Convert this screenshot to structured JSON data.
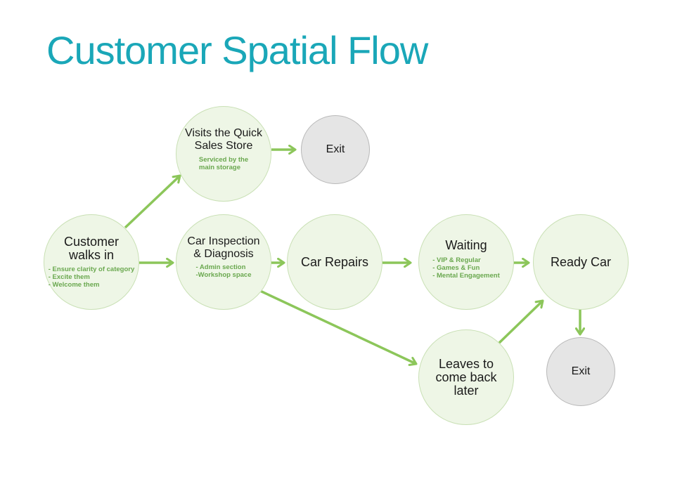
{
  "title": "Customer Spatial Flow",
  "colors": {
    "title": "#1aa7b8",
    "arrow": "#8cc65a",
    "node_fill": "#eef6e6",
    "node_border": "#c9e0b5",
    "exit_fill": "#e5e5e5",
    "notes": "#6aa84f"
  },
  "nodes": {
    "walks_in": {
      "label": "Customer\nwalks in",
      "notes": [
        "- Ensure clarity of category",
        "- Excite them",
        "- Welcome them"
      ]
    },
    "quick_sales": {
      "label": "Visits the Quick\nSales Store",
      "notes": [
        "Serviced by the",
        "main storage"
      ]
    },
    "exit_top": {
      "label": "Exit"
    },
    "inspection": {
      "label": "Car Inspection\n& Diagnosis",
      "notes": [
        " - Admin section",
        " -Workshop space"
      ]
    },
    "repairs": {
      "label": "Car Repairs"
    },
    "waiting": {
      "label": "Waiting",
      "notes": [
        "- VIP & Regular",
        "- Games & Fun",
        "- Mental Engagement"
      ]
    },
    "ready_car": {
      "label": "Ready Car"
    },
    "leaves": {
      "label": "Leaves to\ncome back\nlater"
    },
    "exit_bottom": {
      "label": "Exit"
    }
  },
  "edges": [
    {
      "from": "walks_in",
      "to": "quick_sales"
    },
    {
      "from": "walks_in",
      "to": "inspection"
    },
    {
      "from": "quick_sales",
      "to": "exit_top"
    },
    {
      "from": "inspection",
      "to": "repairs"
    },
    {
      "from": "inspection",
      "to": "leaves"
    },
    {
      "from": "repairs",
      "to": "waiting"
    },
    {
      "from": "waiting",
      "to": "ready_car"
    },
    {
      "from": "leaves",
      "to": "ready_car"
    },
    {
      "from": "ready_car",
      "to": "exit_bottom"
    }
  ]
}
